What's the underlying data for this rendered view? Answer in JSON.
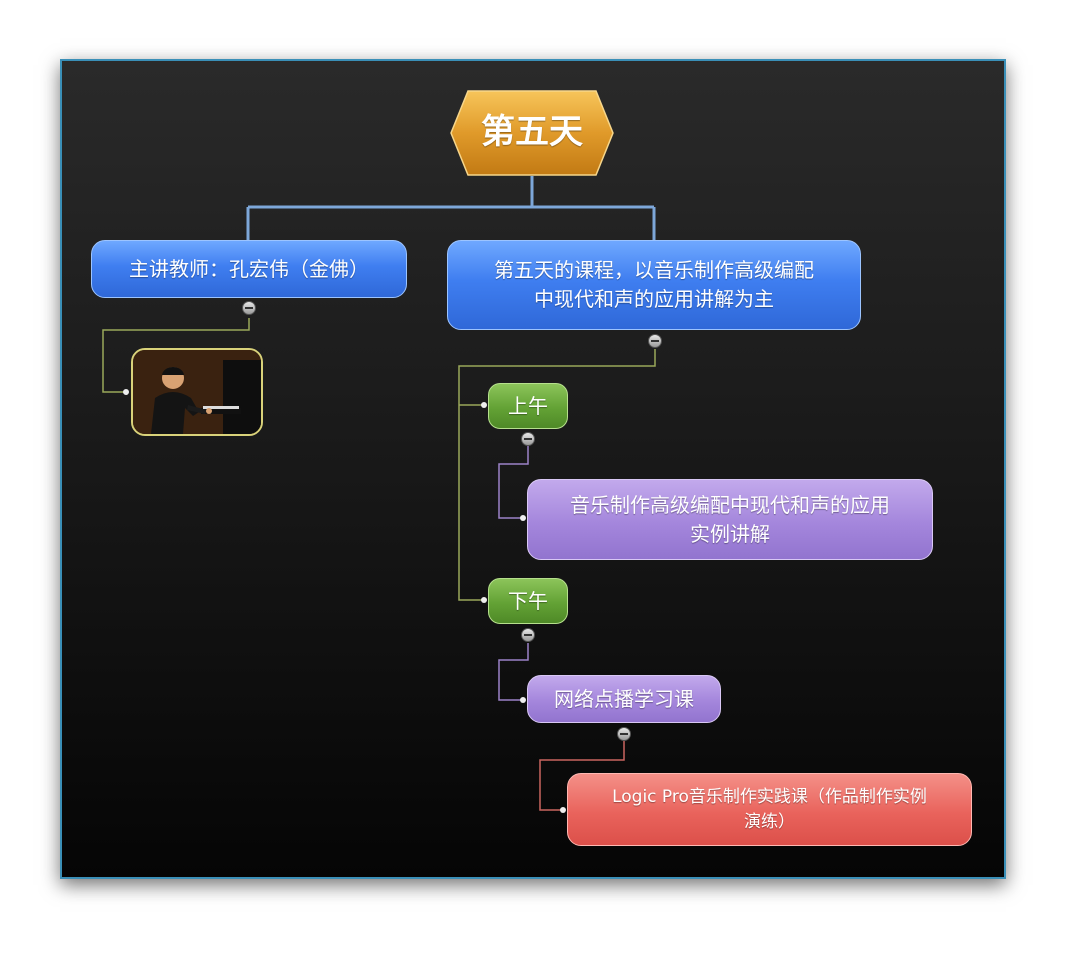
{
  "root": {
    "label": "第五天",
    "color": "#e09a2a"
  },
  "teacher": {
    "label": "主讲教师：孔宏伟（金佛）"
  },
  "photo": {
    "icon": "teacher-photo"
  },
  "course": {
    "line1": "第五天的课程，以音乐制作高级编配",
    "line2": "中现代和声的应用讲解为主"
  },
  "morning": {
    "label": "上午",
    "detail_line1": "音乐制作高级编配中现代和声的应用",
    "detail_line2": "实例讲解"
  },
  "afternoon": {
    "label": "下午",
    "online": "网络点播学习课",
    "practice_line1": "Logic Pro音乐制作实践课（作品制作实例",
    "practice_line2": "演练）"
  },
  "colors": {
    "frame": "#3a8fb7",
    "branch": "#7da7d9",
    "green_line": "#9aa85a",
    "purple_line": "#9c82c8",
    "red_line": "#c9655f"
  }
}
